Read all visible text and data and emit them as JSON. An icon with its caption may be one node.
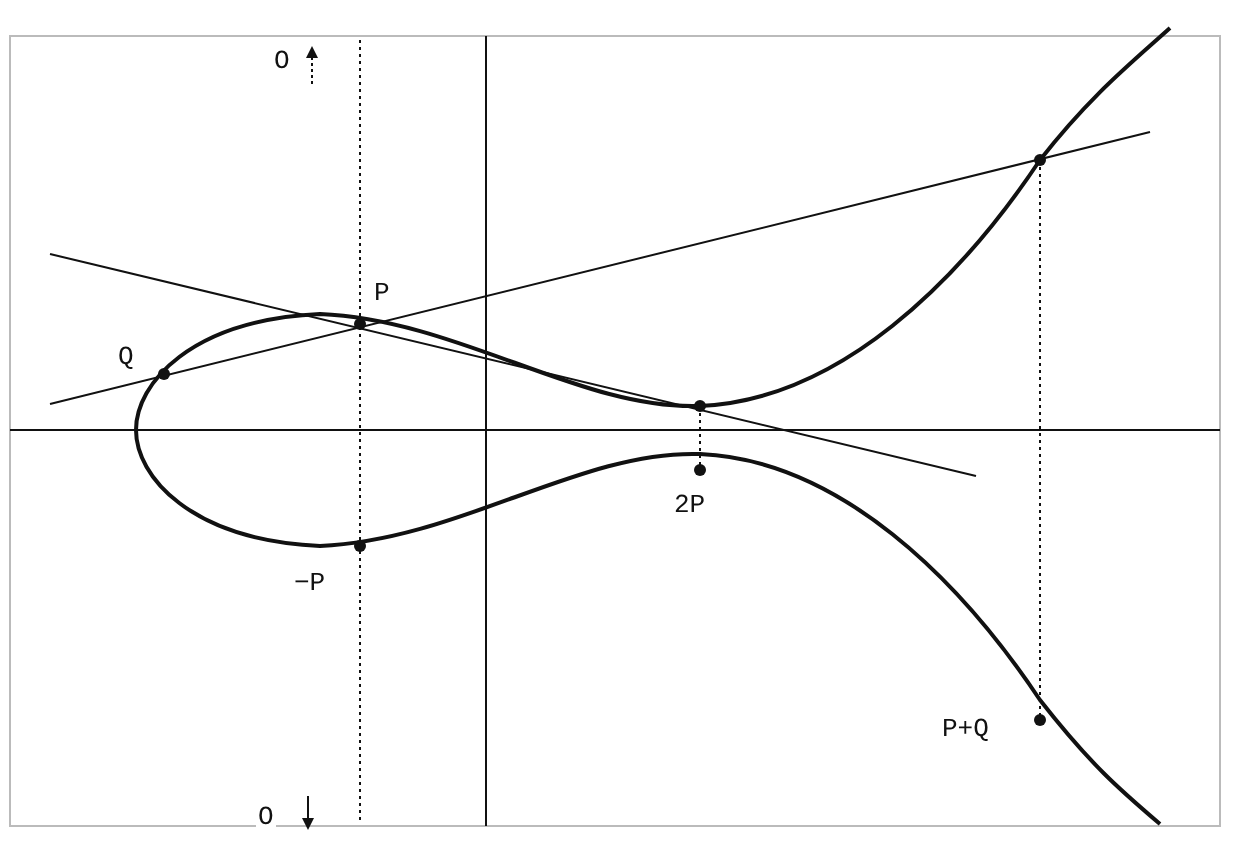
{
  "diagram": {
    "labels": [
      "O",
      "P",
      "Q",
      "−P",
      "2P",
      "P+Q",
      "O"
    ]
  }
}
